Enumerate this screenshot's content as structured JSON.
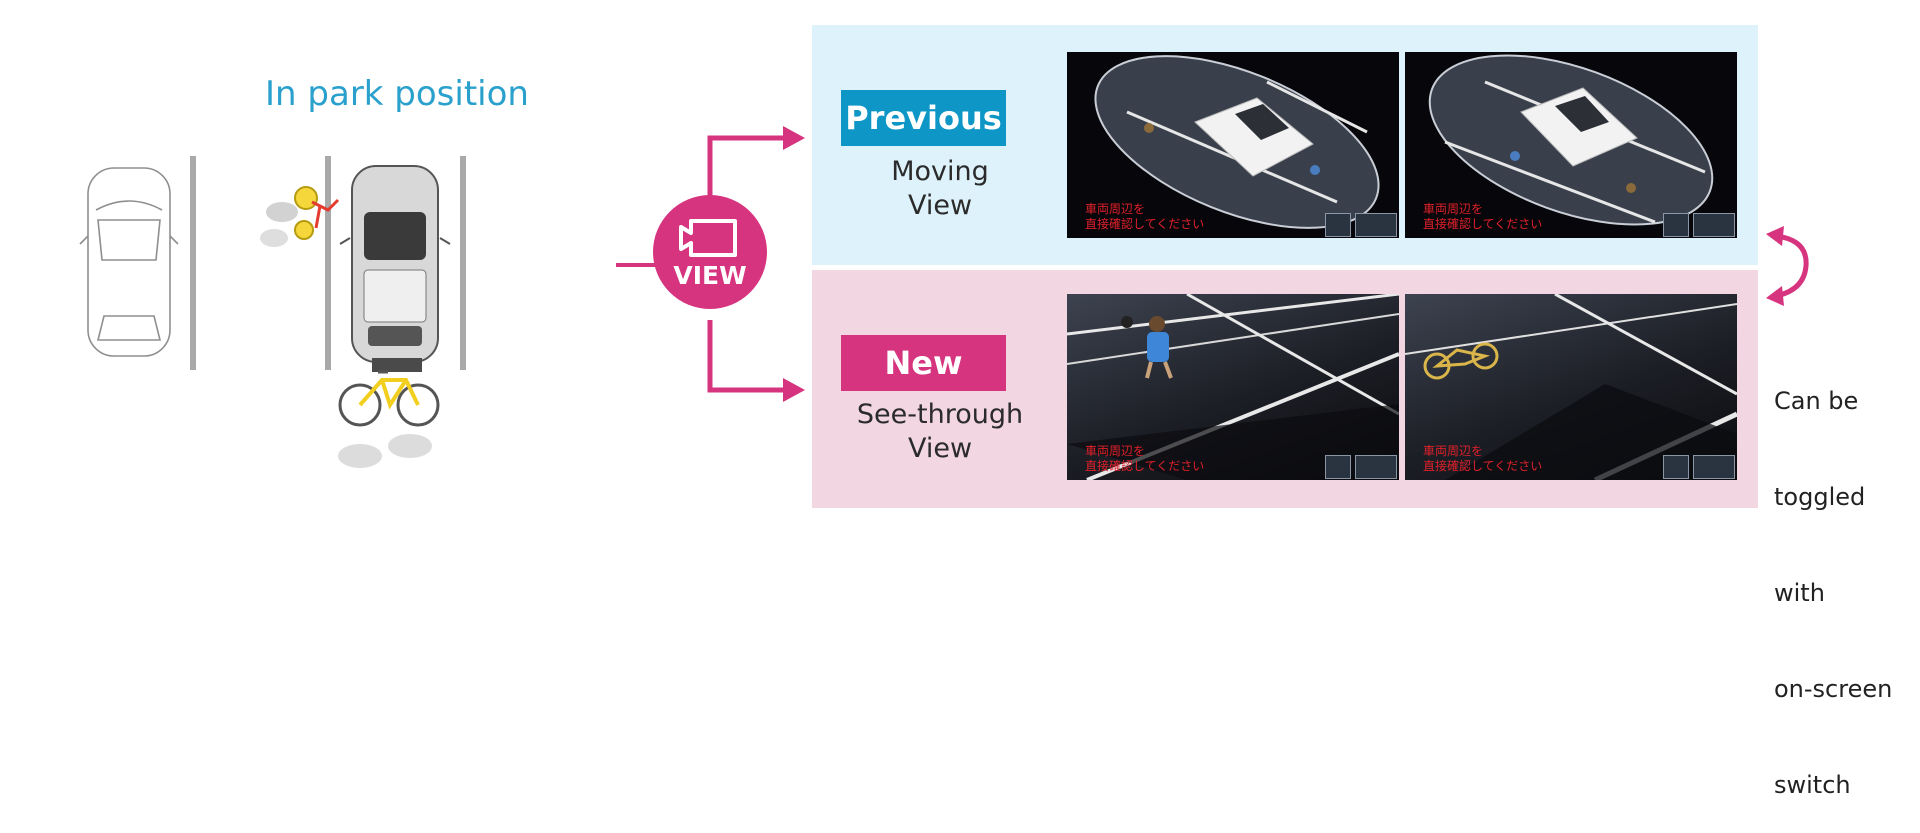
{
  "title": "In park position",
  "view_button": {
    "label": "VIEW"
  },
  "previous": {
    "badge": "Previous",
    "name_line1": "Moving",
    "name_line2": "View"
  },
  "new": {
    "badge": "New",
    "name_line1": "See-through",
    "name_line2": "View"
  },
  "screen_caption": {
    "line1": "車両周辺を",
    "line2": "直接確認してください"
  },
  "toggle_note": [
    "Can be",
    "toggled",
    "with",
    "on-screen",
    "switch"
  ],
  "colors": {
    "title": "#2aa0cd",
    "previous_badge": "#0d96c6",
    "new_badge": "#d6347f",
    "arrows": "#d6347f",
    "previous_panel": "#def2fb",
    "new_panel": "#f2d6e2"
  }
}
